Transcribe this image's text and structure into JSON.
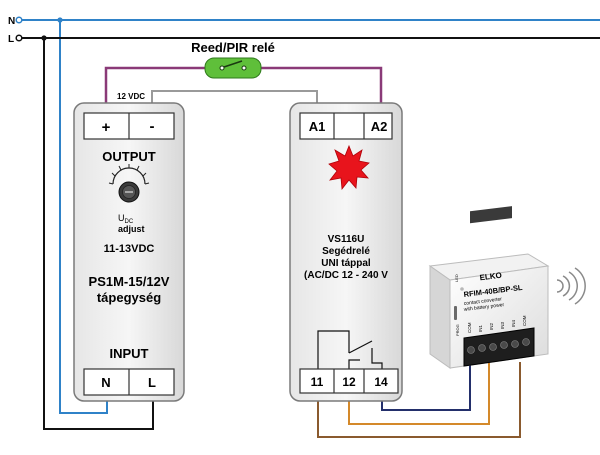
{
  "lines": {
    "n": "N",
    "l": "L"
  },
  "switch": {
    "label": "Reed/PIR relé"
  },
  "psu": {
    "voltage_tag": "12 VDC",
    "plus": "+",
    "minus": "-",
    "output": "OUTPUT",
    "adjust_u": "U",
    "adjust_dc": "DC",
    "adjust_word": "adjust",
    "range": "11-13VDC",
    "model": "PS1M-15/12V",
    "name": "tápegység",
    "input": "INPUT",
    "n": "N",
    "l": "L"
  },
  "relay": {
    "a1": "A1",
    "a2": "A2",
    "line1": "VS116U",
    "line2": "Segédrelé",
    "line3": "UNI táppal",
    "line4": "(AC/DC 12 - 240 V",
    "t11": "11",
    "t12": "12",
    "t14": "14"
  },
  "module": {
    "brand": "ELKO",
    "model": "RFIM-40B/BP-SL",
    "desc1": "contact converter",
    "desc2": "with battery power",
    "pins": [
      "COM",
      "IN1",
      "IN2",
      "IN3",
      "IN4",
      "COM"
    ],
    "prog": "PROG",
    "led": "LED"
  },
  "colors": {
    "n_wire": "#2f82c8",
    "l_wire": "#111111",
    "dc_wire": "#8a3a78",
    "gray_wire": "#9a9a9a",
    "brown_wire": "#8a5a2e",
    "orange_wire": "#d4892a",
    "navy_wire": "#232f6b",
    "accent_text": "#8a2a6a",
    "switch_green": "#5fbf3a",
    "spark": "#e8141c"
  }
}
